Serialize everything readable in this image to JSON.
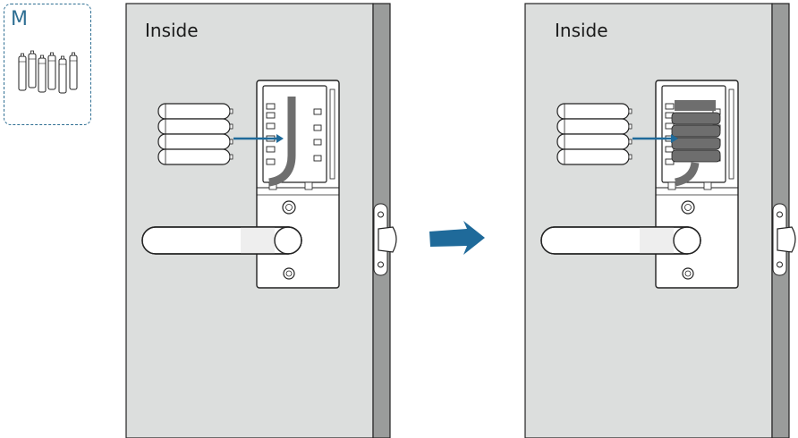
{
  "parts": {
    "letter": "M",
    "item_icon": "aa-batteries-icon"
  },
  "panels": [
    {
      "label": "Inside",
      "battery_state": "removing"
    },
    {
      "label": "Inside",
      "battery_state": "inserted"
    }
  ],
  "transition_icon": "right-arrow-icon",
  "colors": {
    "door": "#dcdedd",
    "door_edge": "#9a9c9b",
    "accent_blue": "#1f6a9a",
    "dashed_border": "#2f6f93",
    "strap": "#6e6e6e",
    "outline": "#222222"
  }
}
